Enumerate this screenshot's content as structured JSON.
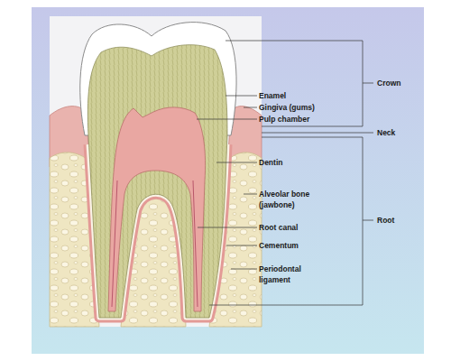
{
  "diagram": {
    "labels": [
      "Enamel",
      "Gingiva (gums)",
      "Pulp chamber",
      "Dentin",
      "Alveolar bone (jawbone)",
      "Root canal",
      "Cementum",
      "Periodontal ligament",
      "Crown",
      "Neck",
      "Root"
    ]
  }
}
